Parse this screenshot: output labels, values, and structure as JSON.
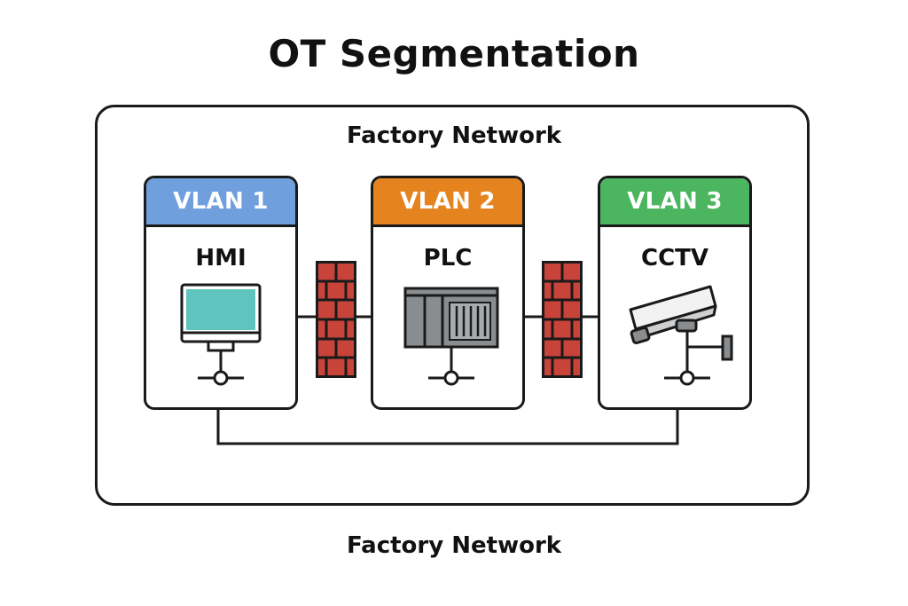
{
  "title": "OT Segmentation",
  "network": {
    "label_top": "Factory Network",
    "label_bottom": "Factory Network"
  },
  "vlans": [
    {
      "name": "VLAN 1",
      "device": "HMI",
      "color": "#6f9fdc",
      "icon": "monitor-icon"
    },
    {
      "name": "VLAN 2",
      "device": "PLC",
      "color": "#e5841f",
      "icon": "plc-icon"
    },
    {
      "name": "VLAN 3",
      "device": "CCTV",
      "color": "#4cb560",
      "icon": "cctv-camera-icon"
    }
  ],
  "colors": {
    "firewall_brick": "#c8443a",
    "outline": "#1a1a1a",
    "monitor_screen": "#5ec4bd",
    "plc_body": "#8a8d90"
  }
}
